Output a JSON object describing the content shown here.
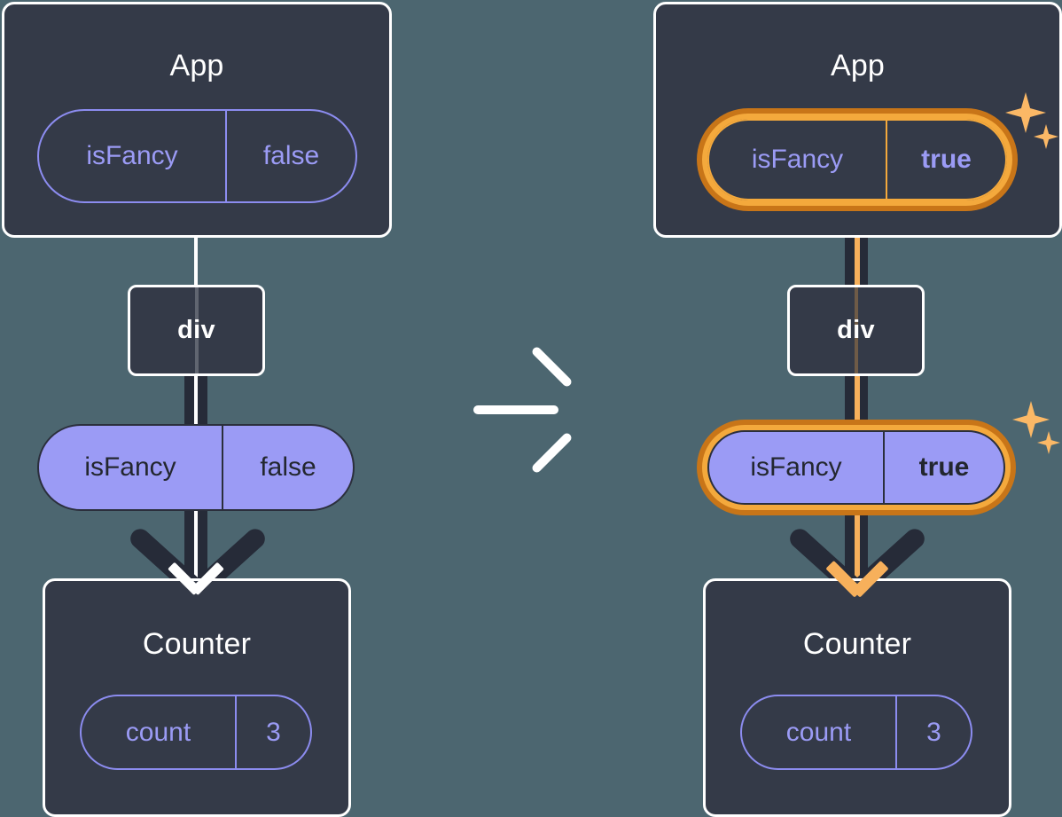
{
  "diagram": {
    "type": "react-component-tree-state-change",
    "background_color": "#4c6670",
    "accent_highlight_color": "#f4a93c",
    "accent_highlight_outer_color": "#c87518",
    "prop_pill_fill": "#9b9bf5",
    "box_fill": "#343a48",
    "transition_icon": "arrow-right-icon"
  },
  "before": {
    "app": {
      "title": "App",
      "state_pill": {
        "key": "isFancy",
        "value": "false",
        "highlighted": false
      }
    },
    "div": {
      "label": "div"
    },
    "prop_pill": {
      "key": "isFancy",
      "value": "false",
      "highlighted": false
    },
    "counter": {
      "title": "Counter",
      "state_pill": {
        "key": "count",
        "value": "3",
        "highlighted": false
      }
    }
  },
  "after": {
    "app": {
      "title": "App",
      "state_pill": {
        "key": "isFancy",
        "value": "true",
        "highlighted": true
      }
    },
    "div": {
      "label": "div"
    },
    "prop_pill": {
      "key": "isFancy",
      "value": "true",
      "highlighted": true
    },
    "counter": {
      "title": "Counter",
      "state_pill": {
        "key": "count",
        "value": "3",
        "highlighted": false
      }
    }
  }
}
